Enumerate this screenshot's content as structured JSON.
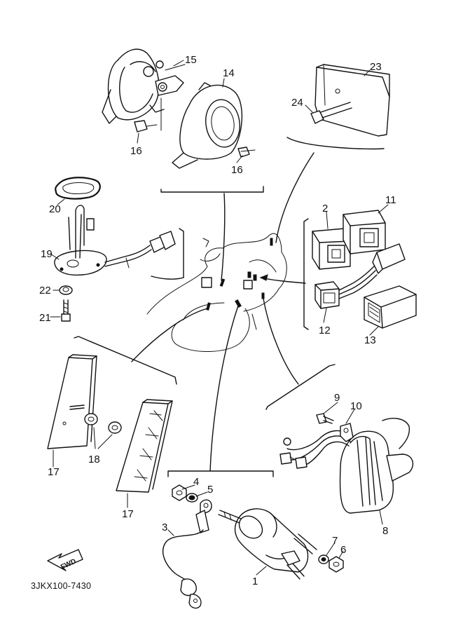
{
  "diagram_code": "3JKX100-7430",
  "fwd_label": "FWD",
  "parts": [
    {
      "id": "p1",
      "label": "1"
    },
    {
      "id": "p2",
      "label": "2"
    },
    {
      "id": "p3",
      "label": "3"
    },
    {
      "id": "p4",
      "label": "4"
    },
    {
      "id": "p5",
      "label": "5"
    },
    {
      "id": "p6",
      "label": "6"
    },
    {
      "id": "p7",
      "label": "7"
    },
    {
      "id": "p8",
      "label": "8"
    },
    {
      "id": "p9",
      "label": "9"
    },
    {
      "id": "p10",
      "label": "10"
    },
    {
      "id": "p11",
      "label": "11"
    },
    {
      "id": "p12",
      "label": "12"
    },
    {
      "id": "p13",
      "label": "13"
    },
    {
      "id": "p14",
      "label": "14"
    },
    {
      "id": "p15",
      "label": "15"
    },
    {
      "id": "p16a",
      "label": "16"
    },
    {
      "id": "p16b",
      "label": "16"
    },
    {
      "id": "p17a",
      "label": "17"
    },
    {
      "id": "p17b",
      "label": "17"
    },
    {
      "id": "p18",
      "label": "18"
    },
    {
      "id": "p19",
      "label": "19"
    },
    {
      "id": "p20",
      "label": "20"
    },
    {
      "id": "p21",
      "label": "21"
    },
    {
      "id": "p22",
      "label": "22"
    },
    {
      "id": "p23",
      "label": "23"
    },
    {
      "id": "p24",
      "label": "24"
    }
  ]
}
